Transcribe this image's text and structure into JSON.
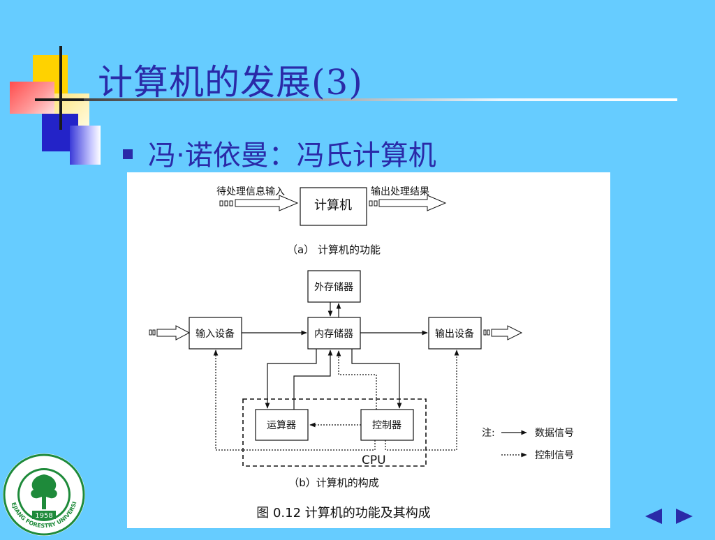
{
  "slide": {
    "title": "计算机的发展",
    "title_num": "(3)",
    "bullet": "冯·诺依曼：冯氏计算机"
  },
  "figure": {
    "part_a": {
      "input_label": "待处理信息输入",
      "output_label": "输出处理结果",
      "box": "计算机",
      "caption": "（a）  计算机的功能"
    },
    "part_b": {
      "external_storage": "外存储器",
      "input_device": "输入设备",
      "memory": "内存储器",
      "output_device": "输出设备",
      "alu": "运算器",
      "controller": "控制器",
      "cpu": "CPU",
      "note": "注:",
      "data_signal": "数据信号",
      "control_signal": "控制信号",
      "caption": "（b）计算机的构成"
    },
    "caption": "图 0.12    计算机的功能及其构成"
  },
  "logo": {
    "year": "1958",
    "text": "ZHEJIANG FORESTRY UNIVERSITY"
  },
  "colors": {
    "background": "#66ccff",
    "title": "#2a2aa8"
  }
}
